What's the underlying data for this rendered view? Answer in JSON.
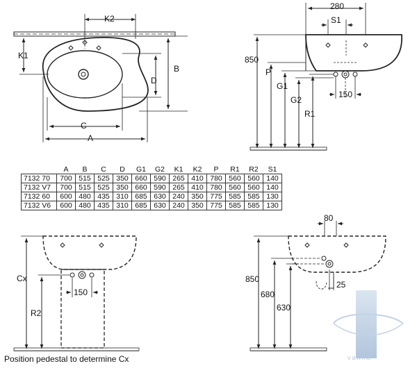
{
  "top_plan": {
    "labels": {
      "k2": "K2",
      "k1": "K1",
      "b": "B",
      "d": "D",
      "c": "C",
      "a": "A"
    }
  },
  "top_side": {
    "labels": {
      "w280": "280",
      "s1": "S1",
      "h850": "850",
      "p": "P",
      "g1": "G1",
      "g2": "G2",
      "r1": "R1",
      "w150": "150"
    }
  },
  "table": {
    "headers": [
      "",
      "A",
      "B",
      "C",
      "D",
      "G1",
      "G2",
      "K1",
      "K2",
      "P",
      "R1",
      "R2",
      "S1"
    ],
    "rows": [
      [
        "7132 70",
        "700",
        "515",
        "525",
        "350",
        "660",
        "590",
        "265",
        "410",
        "780",
        "560",
        "560",
        "140"
      ],
      [
        "7132 V7",
        "700",
        "515",
        "525",
        "350",
        "660",
        "590",
        "265",
        "410",
        "780",
        "560",
        "560",
        "140"
      ],
      [
        "7132 60",
        "600",
        "480",
        "435",
        "310",
        "685",
        "630",
        "240",
        "350",
        "775",
        "585",
        "585",
        "130"
      ],
      [
        "7132 V6",
        "600",
        "480",
        "435",
        "310",
        "685",
        "630",
        "240",
        "350",
        "775",
        "585",
        "585",
        "130"
      ]
    ]
  },
  "bottom_front": {
    "labels": {
      "cx": "Cx",
      "r2": "R2",
      "w150": "150"
    },
    "caption": "Position pedestal to determine Cx"
  },
  "bottom_side": {
    "labels": {
      "w80": "80",
      "h850": "850",
      "h680": "680",
      "h630": "630",
      "w25": "25"
    }
  },
  "watermark": {
    "text": "vannu"
  }
}
